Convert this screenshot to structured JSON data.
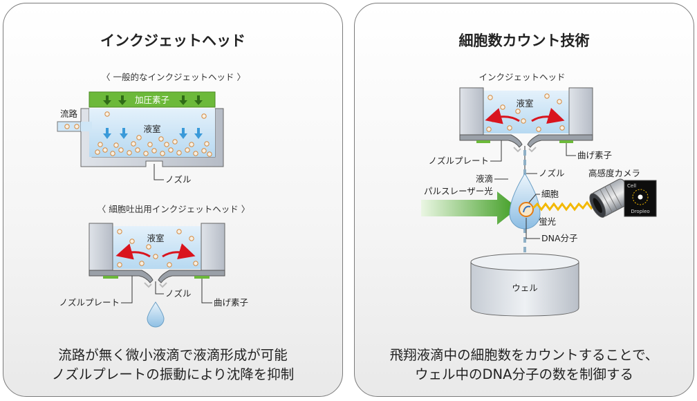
{
  "left": {
    "title": "インクジェットヘッド",
    "general_label": "〈 一般的なインクジェットヘッド 〉",
    "piezo": "加圧素子",
    "flow_path": "流路",
    "chamber_top": "液室",
    "nozzle_top": "ノズル",
    "cell_label": "〈 細胞吐出用インクジェットヘッド 〉",
    "chamber_bottom": "液室",
    "nozzle_plate": "ノズルプレート",
    "nozzle_bottom": "ノズル",
    "bend_element": "曲げ素子",
    "caption_line1": "流路が無く微小液滴で液滴形成が可能",
    "caption_line2": "ノズルプレートの振動により沈降を抑制"
  },
  "right": {
    "title": "細胞数カウント技術",
    "head_label": "インクジェットヘッド",
    "chamber": "液室",
    "nozzle_plate": "ノズルプレート",
    "bend_element": "曲げ素子",
    "nozzle": "ノズル",
    "droplet": "液滴",
    "camera": "高感度カメラ",
    "laser": "パルスレーザー光",
    "cell": "細胞",
    "fluorescence": "蛍光",
    "dna": "DNA分子",
    "well": "ウェル",
    "thumb_cell": "Cell",
    "thumb_brand": "Dropleo",
    "caption_line1": "飛翔液滴中の細胞数をカウントすることで、",
    "caption_line2": "ウェル中のDNA分子の数を制御する"
  },
  "colors": {
    "liquid": "#cfe6f6",
    "wall": "#c9ced6",
    "piezo_green": "#6cb93a",
    "arrow_red": "#d9141e",
    "arrow_blue": "#3a9ad9",
    "laser_green": "#4aa82a",
    "fluor_yellow": "#f3b800"
  }
}
